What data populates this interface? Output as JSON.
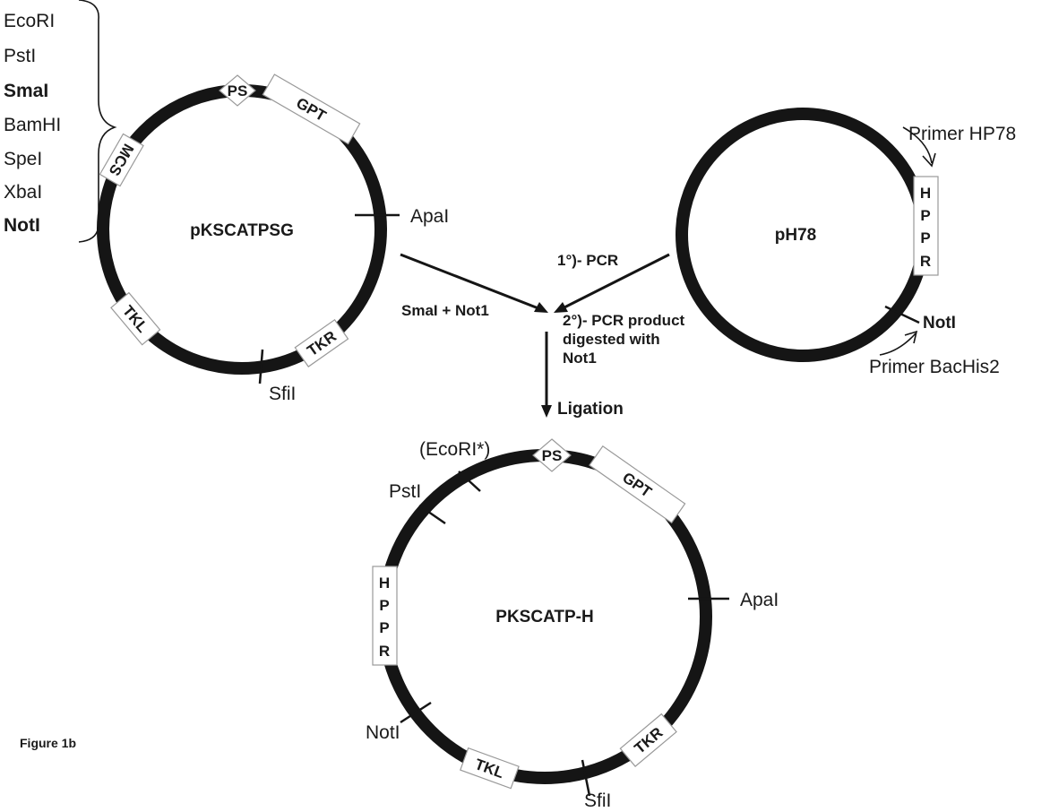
{
  "mcs_list": {
    "items": [
      {
        "label": "EcoRI",
        "bold": false
      },
      {
        "label": "PstI",
        "bold": false
      },
      {
        "label": "SmaI",
        "bold": true
      },
      {
        "label": "BamHI",
        "bold": false
      },
      {
        "label": "SpeI",
        "bold": false
      },
      {
        "label": "XbaI",
        "bold": false
      },
      {
        "label": "NotI",
        "bold": true
      }
    ]
  },
  "plasmid1": {
    "name": "pKSCATPSG",
    "ps": "PS",
    "mcs": "MCS",
    "gpt": "GPT",
    "tkl": "TKL",
    "tkr": "TKR",
    "apai": "ApaI",
    "sfii": "SfiI"
  },
  "plasmid2": {
    "name": "pH78",
    "hppr": [
      "H",
      "P",
      "P",
      "R"
    ],
    "noti": "NotI",
    "primer_top": "Primer HP78",
    "primer_bottom": "Primer BacHis2"
  },
  "steps": {
    "digest": "SmaI + Not1",
    "pcr1": "1°)- PCR",
    "pcr2_line1": "2°)- PCR product",
    "pcr2_line2": "digested with",
    "pcr2_line3": "Not1",
    "ligation": "Ligation"
  },
  "plasmid3": {
    "name": "PKSCATP-H",
    "ps": "PS",
    "gpt": "GPT",
    "tkl": "TKL",
    "tkr": "TKR",
    "hppr": [
      "H",
      "P",
      "P",
      "R"
    ],
    "ecori": "(EcoRI*)",
    "psti": "PstI",
    "apai": "ApaI",
    "noti": "NotI",
    "sfii": "SfiI"
  },
  "figure_label": "Figure 1b",
  "colors": {
    "ink": "#151515",
    "box_border": "#999999",
    "background": "#ffffff"
  }
}
